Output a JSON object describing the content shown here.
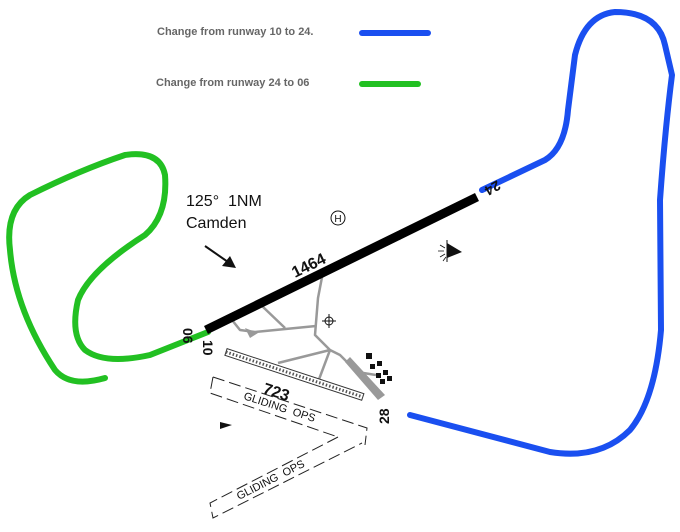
{
  "legend": [
    {
      "label": "Change from runway 10 to 24.",
      "color": "#1a4ff0"
    },
    {
      "label": "Change from runway 24 to 06",
      "color": "#22c022"
    }
  ],
  "bearing_text": "125°  1NM",
  "town_text": "Camden",
  "runway_main": {
    "length": "1464",
    "ends": [
      "06",
      "10",
      "24"
    ]
  },
  "runway_grass": {
    "length": "723",
    "end": "28"
  },
  "gliding_ops": [
    "GLIDING  OPS",
    "GLIDING  OPS"
  ],
  "helipad_symbol": "H"
}
